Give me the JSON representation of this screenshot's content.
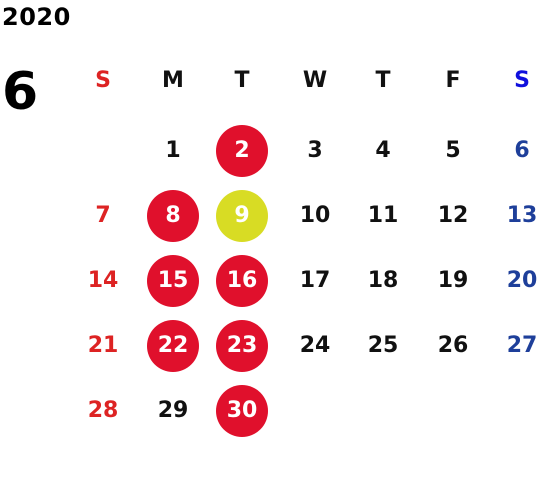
{
  "year": "2020",
  "month": "6",
  "colors": {
    "black": "#111111",
    "sunday": "#dd2323",
    "saturday": "#1e3f9a",
    "saturday_header": "#1010dd",
    "holiday_circle": "#e0102c",
    "today_circle": "#d8dc24",
    "circle_text": "#ffffff"
  },
  "weekdays": [
    {
      "label": "S",
      "color": "sunday"
    },
    {
      "label": "M",
      "color": "black"
    },
    {
      "label": "T",
      "color": "black"
    },
    {
      "label": "W",
      "color": "black"
    },
    {
      "label": "T",
      "color": "black"
    },
    {
      "label": "F",
      "color": "black"
    },
    {
      "label": "S",
      "color": "saturday_header"
    }
  ],
  "first_weekday_index": 1,
  "days": [
    {
      "n": "1"
    },
    {
      "n": "2",
      "mark": "holiday"
    },
    {
      "n": "3"
    },
    {
      "n": "4"
    },
    {
      "n": "5"
    },
    {
      "n": "6"
    },
    {
      "n": "7"
    },
    {
      "n": "8",
      "mark": "holiday"
    },
    {
      "n": "9",
      "mark": "today"
    },
    {
      "n": "10"
    },
    {
      "n": "11"
    },
    {
      "n": "12"
    },
    {
      "n": "13"
    },
    {
      "n": "14"
    },
    {
      "n": "15",
      "mark": "holiday"
    },
    {
      "n": "16",
      "mark": "holiday"
    },
    {
      "n": "17"
    },
    {
      "n": "18"
    },
    {
      "n": "19"
    },
    {
      "n": "20"
    },
    {
      "n": "21"
    },
    {
      "n": "22",
      "mark": "holiday"
    },
    {
      "n": "23",
      "mark": "holiday"
    },
    {
      "n": "24"
    },
    {
      "n": "25"
    },
    {
      "n": "26"
    },
    {
      "n": "27"
    },
    {
      "n": "28"
    },
    {
      "n": "29"
    },
    {
      "n": "30",
      "mark": "holiday"
    }
  ]
}
